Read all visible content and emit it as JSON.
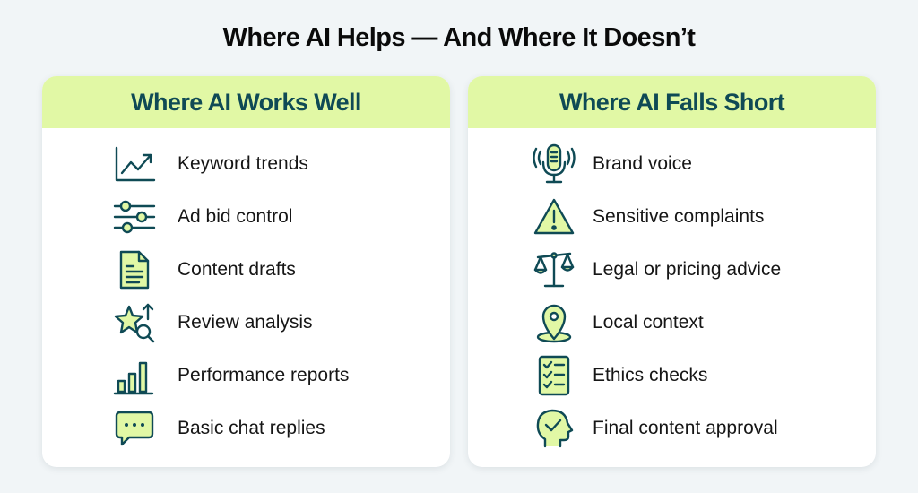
{
  "title": "Where AI Helps — And Where It Doesn’t",
  "colors": {
    "background": "#f1f5f7",
    "header_fill": "#e1f8a5",
    "header_text": "#0f4a55",
    "icon_stroke": "#0f4a55",
    "icon_fill": "#e1f8a5"
  },
  "left_card": {
    "heading": "Where AI Works Well",
    "items": [
      {
        "icon": "line-chart-trend-icon",
        "label": "Keyword trends"
      },
      {
        "icon": "sliders-icon",
        "label": "Ad bid control"
      },
      {
        "icon": "document-icon",
        "label": "Content drafts"
      },
      {
        "icon": "star-search-icon",
        "label": "Review analysis"
      },
      {
        "icon": "bar-chart-icon",
        "label": "Performance reports"
      },
      {
        "icon": "chat-bubble-icon",
        "label": "Basic chat replies"
      }
    ]
  },
  "right_card": {
    "heading": "Where AI Falls Short",
    "items": [
      {
        "icon": "microphone-icon",
        "label": "Brand voice"
      },
      {
        "icon": "warning-icon",
        "label": "Sensitive complaints"
      },
      {
        "icon": "scales-icon",
        "label": "Legal or pricing advice"
      },
      {
        "icon": "map-pin-icon",
        "label": "Local context"
      },
      {
        "icon": "checklist-icon",
        "label": "Ethics checks"
      },
      {
        "icon": "head-check-icon",
        "label": "Final content approval"
      }
    ]
  }
}
